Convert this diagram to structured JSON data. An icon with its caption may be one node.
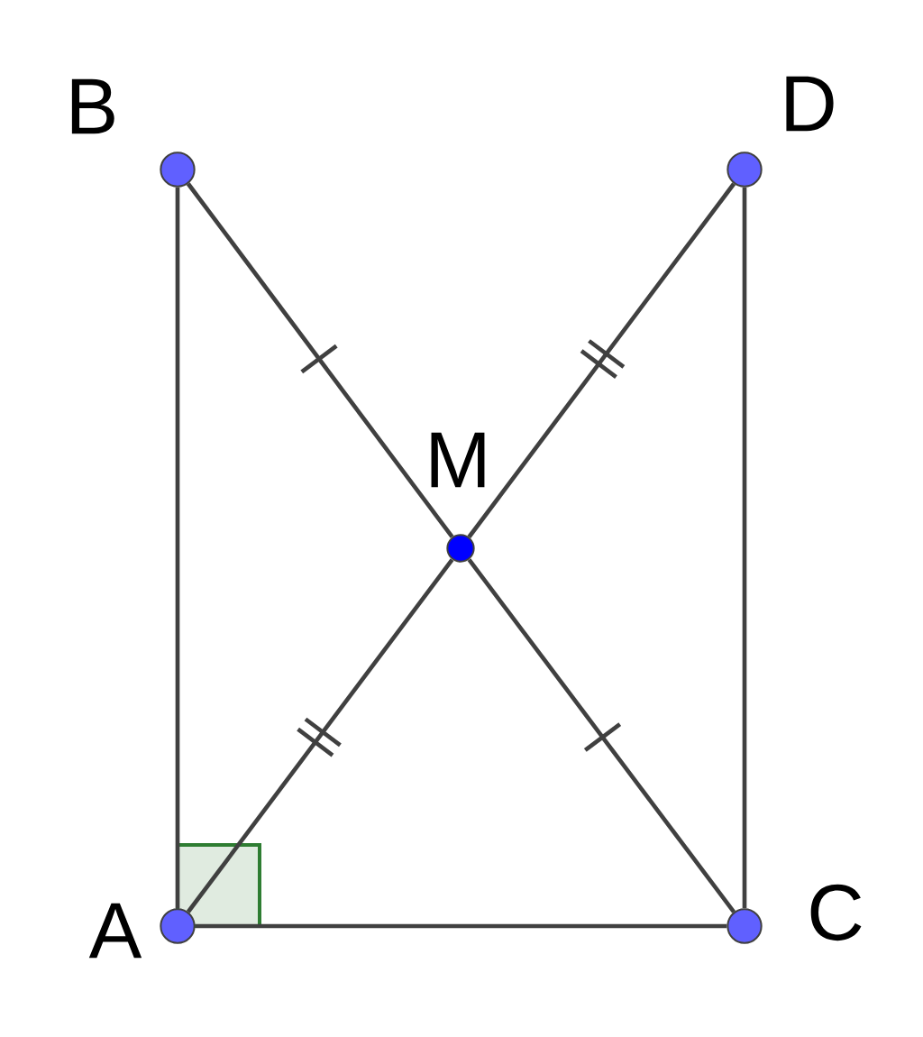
{
  "diagram": {
    "nodes": [
      {
        "text": [],
        "shape": "circle",
        "beside": [
          "A"
        ]
      },
      {
        "text": [],
        "shape": "circle",
        "beside": [
          "B"
        ]
      },
      {
        "text": [],
        "shape": "circle",
        "beside": [
          "C"
        ]
      },
      {
        "text": [],
        "shape": "circle",
        "beside": [
          "D"
        ]
      },
      {
        "text": [],
        "shape": "circle",
        "beside": [
          "M"
        ]
      }
    ],
    "edges": [
      {
        "from": 0,
        "to": 1,
        "arrow": "none"
      },
      {
        "from": 1,
        "to": 4,
        "arrow": "none"
      },
      {
        "from": 4,
        "to": 2,
        "arrow": "none"
      },
      {
        "from": 0,
        "to": 4,
        "arrow": "none"
      },
      {
        "from": 4,
        "to": 3,
        "arrow": "none"
      },
      {
        "from": 3,
        "to": 2,
        "arrow": "none"
      },
      {
        "from": 0,
        "to": 2,
        "arrow": "none"
      }
    ]
  }
}
